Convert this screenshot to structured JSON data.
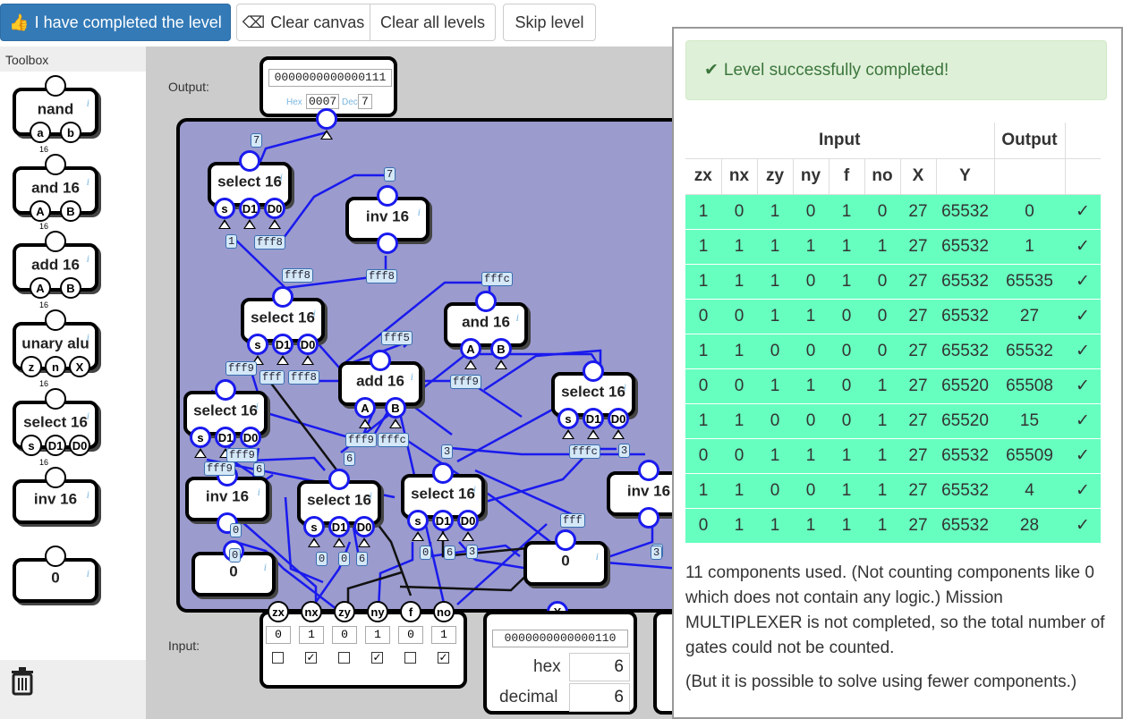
{
  "toolbar": {
    "completed": "I have completed the level",
    "clear_canvas": "Clear canvas",
    "clear_all": "Clear all levels",
    "skip": "Skip level"
  },
  "toolbox": {
    "label": "Toolbox",
    "items": [
      {
        "name": "nand",
        "pins": [
          "a",
          "b"
        ]
      },
      {
        "name": "and 16",
        "pins": [
          "A",
          "B"
        ]
      },
      {
        "name": "add 16",
        "pins": [
          "A",
          "B"
        ]
      },
      {
        "name": "unary alu",
        "pins": [
          "z",
          "n",
          "X"
        ]
      },
      {
        "name": "select 16",
        "pins": [
          "s",
          "D1",
          "D0"
        ]
      },
      {
        "name": "inv 16",
        "pins": []
      },
      {
        "name": "0",
        "pins": []
      }
    ]
  },
  "canvas": {
    "output_label": "Output:",
    "input_label": "Input:",
    "output_bits": "0000000000000111",
    "hex_label": "Hex",
    "hex_value": "0007",
    "dec_label": "Dec",
    "dec_value": "7",
    "width_label": "16"
  },
  "components": [
    {
      "id": "sel-a",
      "name": "select 16",
      "pins": [
        "s",
        "D1",
        "D0"
      ]
    },
    {
      "id": "inv-a",
      "name": "inv 16",
      "pins": []
    },
    {
      "id": "sel-b",
      "name": "select 16",
      "pins": [
        "s",
        "D1",
        "D0"
      ]
    },
    {
      "id": "and-a",
      "name": "and 16",
      "pins": [
        "A",
        "B"
      ]
    },
    {
      "id": "add-a",
      "name": "add 16",
      "pins": [
        "A",
        "B"
      ]
    },
    {
      "id": "sel-c",
      "name": "select 16",
      "pins": [
        "s",
        "D1",
        "D0"
      ]
    },
    {
      "id": "sel-d",
      "name": "select 16",
      "pins": [
        "s",
        "D1",
        "D0"
      ]
    },
    {
      "id": "inv-b",
      "name": "inv 16",
      "pins": []
    },
    {
      "id": "sel-e",
      "name": "select 16",
      "pins": [
        "s",
        "D1",
        "D0"
      ]
    },
    {
      "id": "sel-f",
      "name": "select 16",
      "pins": [
        "s",
        "D1",
        "D0"
      ]
    },
    {
      "id": "inv-c",
      "name": "inv 16",
      "pins": []
    },
    {
      "id": "zero-a",
      "name": "0",
      "pins": []
    },
    {
      "id": "zero-b",
      "name": "0",
      "pins": []
    }
  ],
  "wire_tags": [
    "7",
    "7",
    "1",
    "fff8",
    "fff8",
    "fff8",
    "fff5",
    "fff9",
    "fff",
    "fff8",
    "fff9",
    "fff9",
    "fffc",
    "fff9",
    "fffc",
    "fff9",
    "6",
    "6",
    "fffc",
    "3",
    "3",
    "fff",
    "0",
    "6",
    "0",
    "0",
    "6",
    "0",
    "0",
    "3",
    "0",
    "3"
  ],
  "inputs": {
    "names": [
      "zx",
      "nx",
      "zy",
      "ny",
      "f",
      "no"
    ],
    "values": [
      "0",
      "1",
      "0",
      "1",
      "0",
      "1"
    ],
    "checked": [
      false,
      true,
      false,
      true,
      false,
      true
    ],
    "x_label": "X",
    "x_bits": "0000000000000110",
    "hex_label": "hex",
    "hex_value": "6",
    "dec_label": "decimal",
    "dec_value": "6"
  },
  "panel": {
    "success": "Level successfully completed!",
    "group_input": "Input",
    "group_output": "Output",
    "columns": [
      "zx",
      "nx",
      "zy",
      "ny",
      "f",
      "no",
      "X",
      "Y"
    ],
    "rows": [
      [
        "1",
        "0",
        "1",
        "0",
        "1",
        "0",
        "27",
        "65532",
        "0"
      ],
      [
        "1",
        "1",
        "1",
        "1",
        "1",
        "1",
        "27",
        "65532",
        "1"
      ],
      [
        "1",
        "1",
        "1",
        "0",
        "1",
        "0",
        "27",
        "65532",
        "65535"
      ],
      [
        "0",
        "0",
        "1",
        "1",
        "0",
        "0",
        "27",
        "65532",
        "27"
      ],
      [
        "1",
        "1",
        "0",
        "0",
        "0",
        "0",
        "27",
        "65532",
        "65532"
      ],
      [
        "0",
        "0",
        "1",
        "1",
        "0",
        "1",
        "27",
        "65520",
        "65508"
      ],
      [
        "1",
        "1",
        "0",
        "0",
        "0",
        "1",
        "27",
        "65520",
        "15"
      ],
      [
        "0",
        "0",
        "1",
        "1",
        "1",
        "1",
        "27",
        "65532",
        "65509"
      ],
      [
        "1",
        "1",
        "0",
        "0",
        "1",
        "1",
        "27",
        "65532",
        "4"
      ],
      [
        "0",
        "1",
        "1",
        "1",
        "1",
        "1",
        "27",
        "65532",
        "28"
      ]
    ],
    "check": "✓",
    "summary": "11 components used. (Not counting components like 0 which does not contain any logic.) Mission MULTIPLEXER is not completed, so the total number of gates could not be counted.",
    "note": "(But it is possible to solve using fewer components.)"
  },
  "colors": {
    "primary": "#337ab7",
    "board": "#9b9bce",
    "wire": "#1a1aee",
    "pass": "#66ffbf",
    "success_bg": "#dff0d8",
    "success_text": "#3c763d"
  }
}
